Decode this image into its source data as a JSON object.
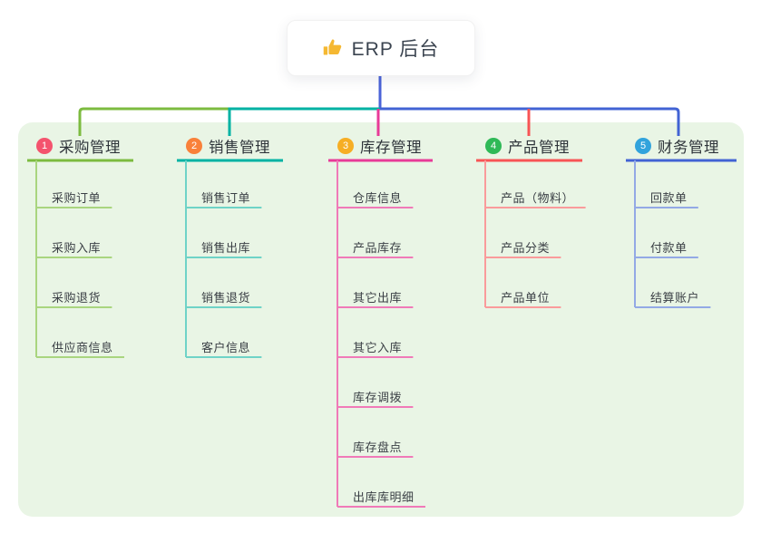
{
  "root": {
    "title": "ERP 后台",
    "icon": "thumbs-up-icon"
  },
  "colors": {
    "panel_bg": "#e9f5e5",
    "root_line": "#4a63d8",
    "card_bg": "#ffffff",
    "title_color": "#3b4450",
    "thumb_icon": "#f5b832",
    "header_text": "#2e343a",
    "child_text": "#3a3f45"
  },
  "branches": [
    {
      "badge": "1",
      "label": "采购管理",
      "badge_color": "#f4536e",
      "line_color": "#7cbb3f",
      "child_line_color": "#a9d57f",
      "children": [
        "采购订单",
        "采购入库",
        "采购退货",
        "供应商信息"
      ]
    },
    {
      "badge": "2",
      "label": "销售管理",
      "badge_color": "#f9813a",
      "line_color": "#00b2a3",
      "child_line_color": "#6fd3c7",
      "children": [
        "销售订单",
        "销售出库",
        "销售退货",
        "客户信息"
      ]
    },
    {
      "badge": "3",
      "label": "库存管理",
      "badge_color": "#f6ae24",
      "line_color": "#e83a98",
      "child_line_color": "#f07ab8",
      "children": [
        "仓库信息",
        "产品库存",
        "其它出库",
        "其它入库",
        "库存调拨",
        "库存盘点",
        "出库库明细"
      ]
    },
    {
      "badge": "4",
      "label": "产品管理",
      "badge_color": "#2fb957",
      "line_color": "#f85455",
      "child_line_color": "#fa9b9b",
      "children": [
        "产品（物料）",
        "产品分类",
        "产品单位"
      ]
    },
    {
      "badge": "5",
      "label": "财务管理",
      "badge_color": "#31a3dc",
      "line_color": "#4263d4",
      "child_line_color": "#93a9e5",
      "children": [
        "回款单",
        "付款单",
        "结算账户"
      ]
    }
  ]
}
